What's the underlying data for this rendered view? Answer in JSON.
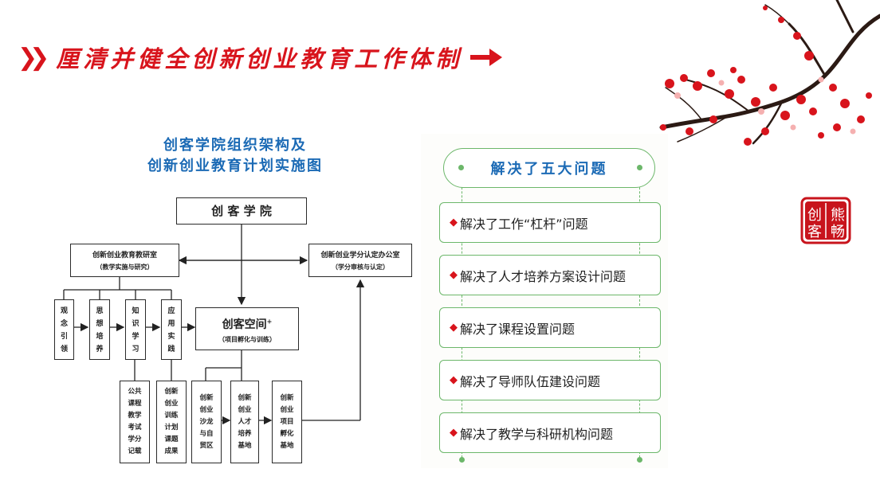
{
  "title": {
    "text": "厘清并健全创新创业教育工作体制"
  },
  "diagram": {
    "subtitle_line1": "创客学院组织架构及",
    "subtitle_line2": "创新创业教育计划实施图",
    "top": "创 客 学 院",
    "left_office_main": "创新创业教育教研室",
    "left_office_sub": "（教学实施与研究）",
    "right_office_main": "创新创业学分认定办公室",
    "right_office_sub": "（学分审核与认定）",
    "space_main": "创客空间",
    "space_sup": "+",
    "space_sub": "（项目孵化与训练）",
    "v1": [
      "观",
      "念",
      "引",
      "领"
    ],
    "v2": [
      "思",
      "想",
      "培",
      "养"
    ],
    "v3": [
      "知",
      "识",
      "学",
      "习"
    ],
    "v4": [
      "应",
      "用",
      "实",
      "践"
    ],
    "b1": [
      "公共",
      "课程",
      "教学",
      "考试",
      "学分",
      "记载"
    ],
    "b2": [
      "创新",
      "创业",
      "训练",
      "计划",
      "课题",
      "成果"
    ],
    "b3": [
      "创新",
      "创业",
      "沙龙",
      "与自",
      "贸区"
    ],
    "b4": [
      "创新",
      "创业",
      "人才",
      "培养",
      "基地"
    ],
    "b5": [
      "创新",
      "创业",
      "项目",
      "孵化",
      "基地"
    ]
  },
  "panel": {
    "header": "解决了五大问题",
    "items": [
      "解决了工作“杠杆”问题",
      "解决了人才培养方案设计问题",
      "解决了课程设置问题",
      "解决了导师队伍建设问题",
      "解决了教学与科研机构问题"
    ]
  },
  "seal": {
    "text": "熊畅创客"
  },
  "colors": {
    "title_red": "#d8141c",
    "accent_blue": "#1b6ab5",
    "panel_green": "#6cb76a"
  }
}
